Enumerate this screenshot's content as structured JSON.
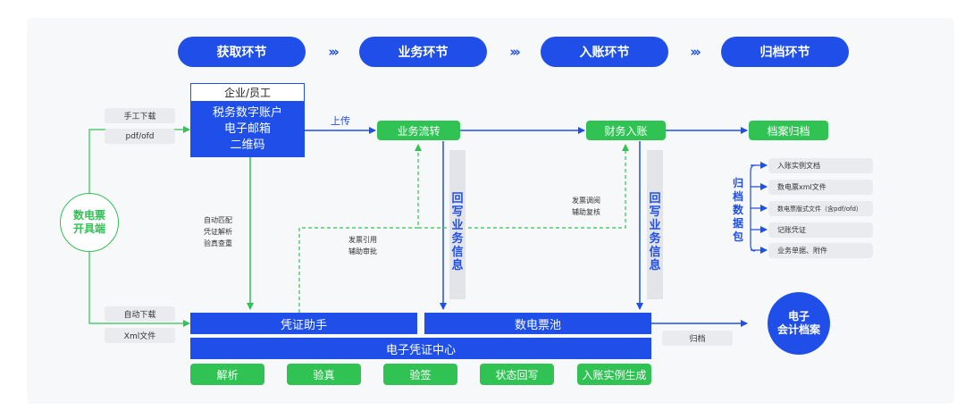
{
  "stages": [
    "获取环节",
    "业务环节",
    "入账环节",
    "归档环节"
  ],
  "chevrons": "›››",
  "enterprise_label": "企业/员工",
  "source_box_lines": [
    "税务数字账户",
    "电子邮箱",
    "二维码"
  ],
  "upload_label": "上传",
  "left_inputs": {
    "manual_download": "手工下载",
    "pdf_ofd": "pdf/ofd",
    "auto_download": "自动下载",
    "xml_file": "Xml文件"
  },
  "issuer_circle": [
    "数电票",
    "开具端"
  ],
  "flow_nodes": {
    "business_flow": "业务流转",
    "finance_entry": "财务入账",
    "archive": "档案归档"
  },
  "notes": {
    "auto_match": [
      "自动匹配",
      "凭证解析",
      "验真查重"
    ],
    "invoice_reference": [
      "发票引用",
      "辅助审批"
    ],
    "invoice_call": [
      "发票调阅",
      "辅助复核"
    ]
  },
  "writeback_label": "回写业务信息",
  "archive_package": {
    "label": "归档数据包",
    "items": [
      "入账实例文档",
      "数电票xml文件",
      "数电票版式文件（含pdf/ofd）",
      "记账凭证",
      "业务单据、附件"
    ]
  },
  "bottom": {
    "voucher_assistant": "凭证助手",
    "invoice_pool": "数电票池",
    "center": "电子凭证中心",
    "functions": [
      "解析",
      "验真",
      "验签",
      "状态回写",
      "入账实例生成"
    ],
    "archive_label": "归档"
  },
  "e_archive_circle": [
    "电子",
    "会计档案"
  ],
  "colors": {
    "blue": "#1f4fe8",
    "green": "#31c254",
    "gray": "#eaebee"
  }
}
